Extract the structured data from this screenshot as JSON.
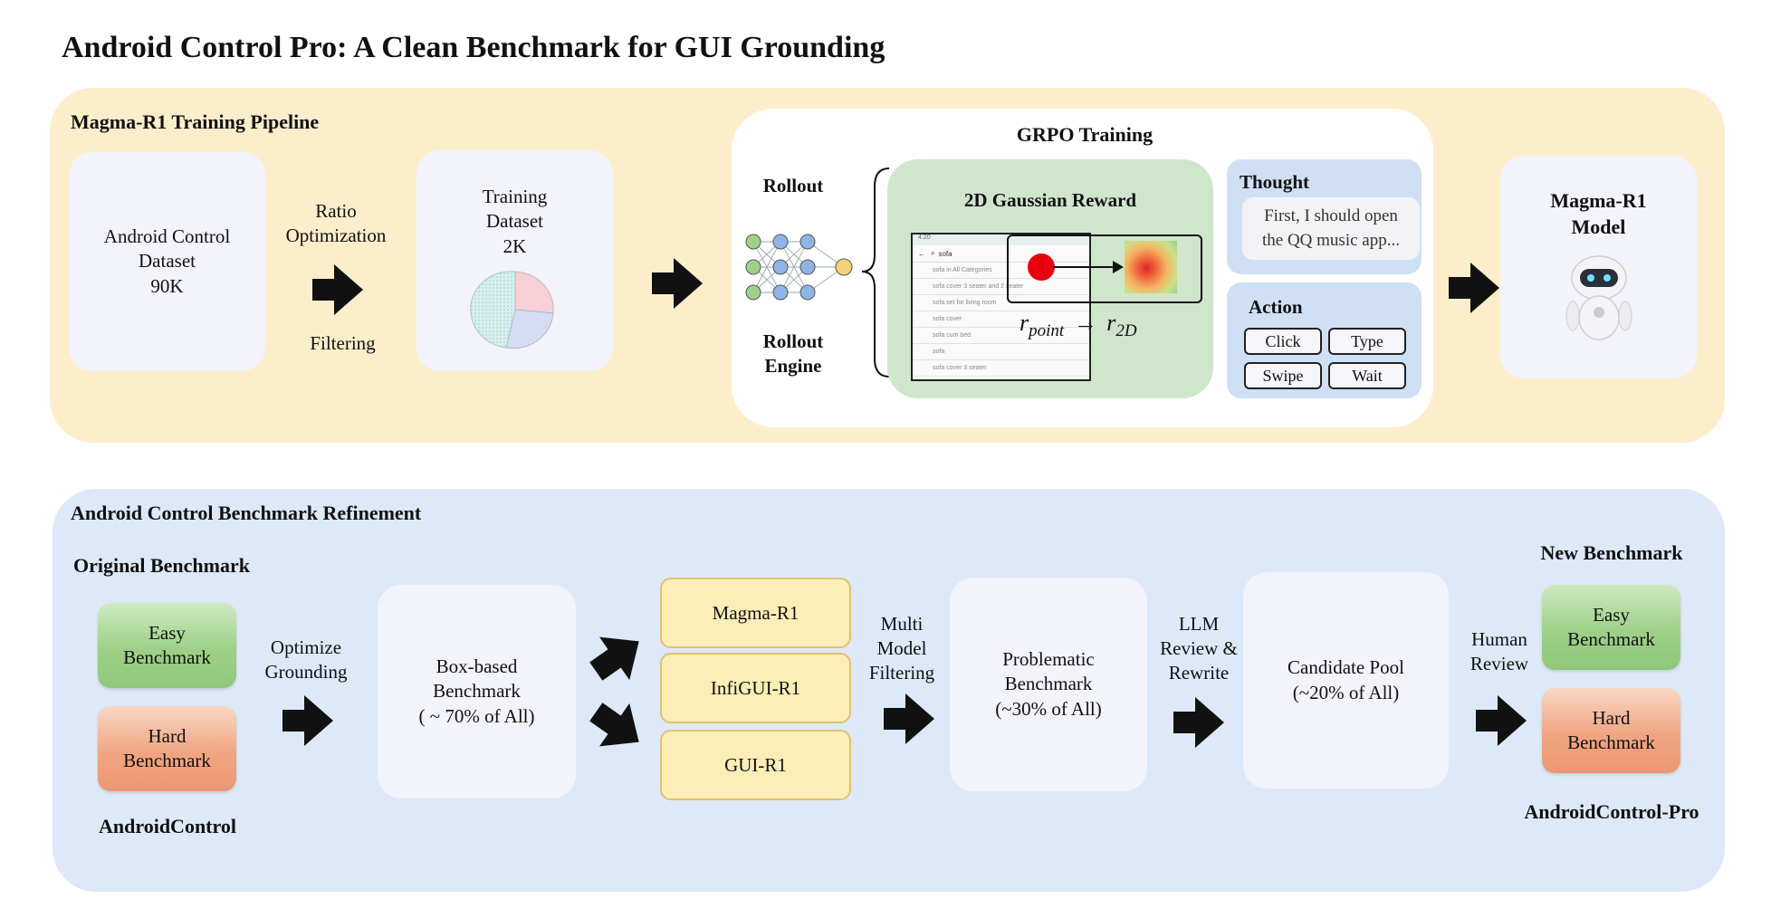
{
  "title": "Android Control Pro: A Clean Benchmark for GUI Grounding",
  "pipeline": {
    "section_title": "Magma-R1 Training Pipeline",
    "source_box": {
      "line1": "Android Control",
      "line2": "Dataset",
      "line3": "90K"
    },
    "ratio_label": {
      "line1": "Ratio",
      "line2": "Optimization"
    },
    "filtering_label": "Filtering",
    "training_box": {
      "line1": "Training",
      "line2": "Dataset",
      "line3": "2K"
    },
    "grpo": {
      "title": "GRPO Training",
      "rollout": "Rollout",
      "rollout_engine": {
        "line1": "Rollout",
        "line2": "Engine"
      },
      "reward_title": "2D Gaussian Reward",
      "reward_formula": {
        "left": "r",
        "left_sub": "point",
        "arrow": "→",
        "right": "r",
        "right_sub": "2D"
      },
      "phone_search": "sofa",
      "phone_rows": [
        "sofa in All Categories",
        "sofa cover 3 seater and 2 seater",
        "sofa set for living room",
        "sofa cover",
        "sofa cum bed",
        "sofa",
        "sofa cover 3 seater"
      ],
      "thought_title": "Thought",
      "thought_text": {
        "line1": "First, I should open",
        "line2": "the QQ music app..."
      },
      "action_title": "Action",
      "actions": [
        "Click",
        "Type",
        "Swipe",
        "Wait"
      ]
    },
    "model_box": {
      "line1": "Magma-R1",
      "line2": "Model"
    }
  },
  "refinement": {
    "section_title": "Android Control Benchmark Refinement",
    "original_title": "Original Benchmark",
    "easy": {
      "line1": "Easy",
      "line2": "Benchmark"
    },
    "hard": {
      "line1": "Hard",
      "line2": "Benchmark"
    },
    "original_caption": "AndroidControl",
    "optimize_label": {
      "line1": "Optimize",
      "line2": "Grounding"
    },
    "box_based": {
      "line1": "Box-based",
      "line2": "Benchmark",
      "line3": "( ~ 70% of All)"
    },
    "models": [
      "Magma-R1",
      "InfiGUI-R1",
      "GUI-R1"
    ],
    "multi_label": {
      "line1": "Multi",
      "line2": "Model",
      "line3": "Filtering"
    },
    "problematic": {
      "line1": "Problematic",
      "line2": "Benchmark",
      "line3": "(~30% of All)"
    },
    "llm_label": {
      "line1": "LLM",
      "line2": "Review &",
      "line3": "Rewrite"
    },
    "candidate": {
      "line1": "Candidate Pool",
      "line2": "(~20% of All)"
    },
    "human_label": {
      "line1": "Human",
      "line2": "Review"
    },
    "new_title": "New Benchmark",
    "new_easy": {
      "line1": "Easy",
      "line2": "Benchmark"
    },
    "new_hard": {
      "line1": "Hard",
      "line2": "Benchmark"
    },
    "new_caption": "AndroidControl-Pro"
  },
  "colors": {
    "pipeline_bg": "#fdeecb",
    "refinement_bg": "#dde9f8",
    "reward_bg": "#cfe6cc",
    "model_box_bg": "#fdeeb8",
    "easy_green": "#9ed088",
    "hard_orange": "#f0a582",
    "target_red": "#e8000f"
  }
}
